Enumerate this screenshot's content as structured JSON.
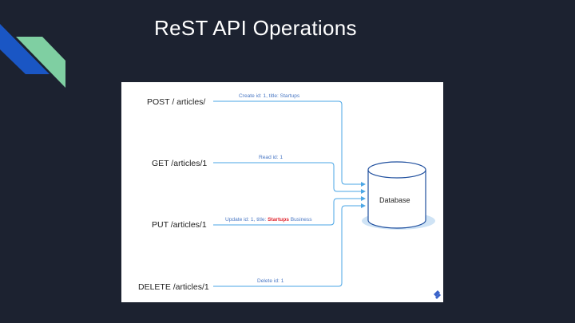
{
  "slide": {
    "title": "ReST API Operations"
  },
  "diagram": {
    "operations": [
      {
        "method_path": "POST / articles/",
        "edge_label": "Create id: 1, title: Startups"
      },
      {
        "method_path": "GET /articles/1",
        "edge_label": "Read id: 1"
      },
      {
        "method_path": "PUT /articles/1",
        "edge_label_prefix": "Update id: 1, title: ",
        "edge_label_highlight": "Startups",
        "edge_label_suffix": " Business"
      },
      {
        "method_path": "DELETE /articles/1",
        "edge_label": "Delete id: 1"
      }
    ],
    "database_label": "Database"
  },
  "colors": {
    "background": "#1c2230",
    "connector": "#4aa6e6",
    "edge_text": "#4a78c4",
    "highlight": "#e0262f",
    "deco_blue": "#1a56c4",
    "deco_green": "#7fcfa2"
  }
}
